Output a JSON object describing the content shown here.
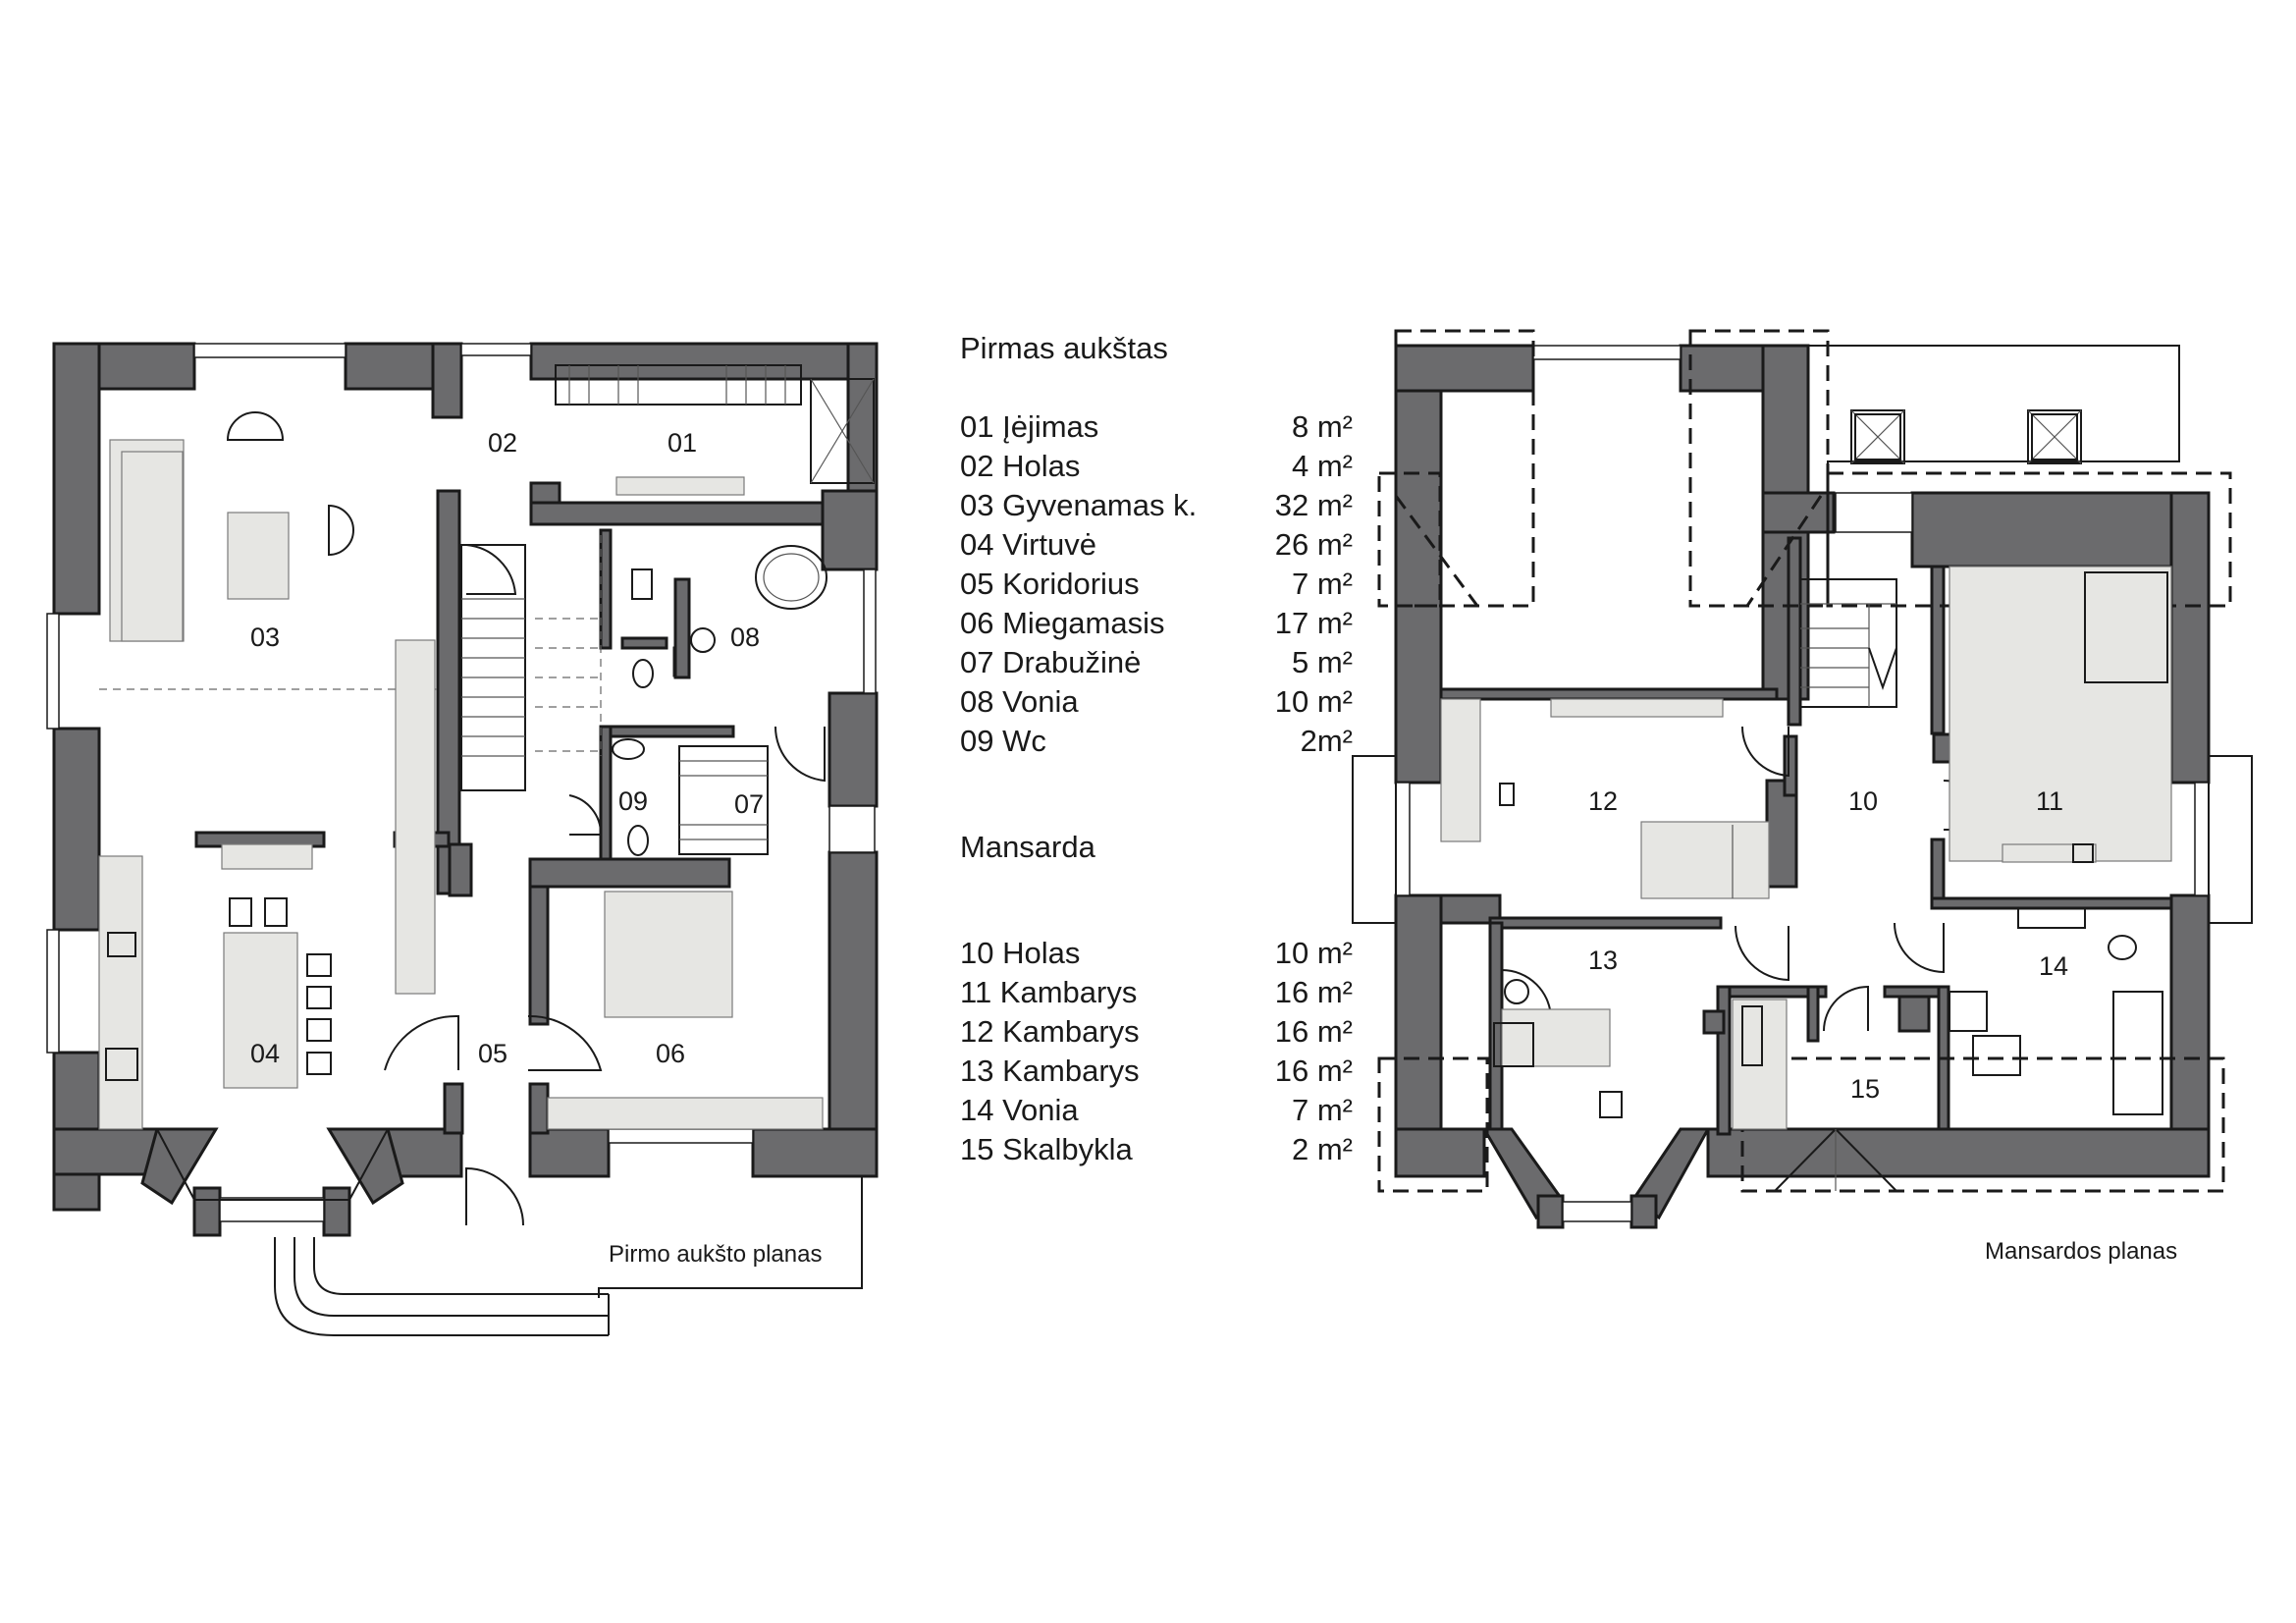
{
  "legend": {
    "floor1": {
      "heading": "Pirmas aukštas",
      "rooms": [
        {
          "label": "01 Įėjimas",
          "area": "8 m²"
        },
        {
          "label": "02 Holas",
          "area": "4 m²"
        },
        {
          "label": "03 Gyvenamas k.",
          "area": "32 m²"
        },
        {
          "label": "04 Virtuvė",
          "area": "26 m²"
        },
        {
          "label": "05 Koridorius",
          "area": "7 m²"
        },
        {
          "label": "06 Miegamasis",
          "area": "17 m²"
        },
        {
          "label": "07 Drabužinė",
          "area": "5 m²"
        },
        {
          "label": "08 Vonia",
          "area": "10 m²"
        },
        {
          "label": "09 Wc",
          "area": "2m²"
        }
      ]
    },
    "attic": {
      "heading": "Mansarda",
      "rooms": [
        {
          "label": "10 Holas",
          "area": "10 m²"
        },
        {
          "label": "11 Kambarys",
          "area": "16 m²"
        },
        {
          "label": "12 Kambarys",
          "area": "16 m²"
        },
        {
          "label": "13 Kambarys",
          "area": "16 m²"
        },
        {
          "label": "14 Vonia",
          "area": "7 m²"
        },
        {
          "label": "15 Skalbykla",
          "area": "2 m²"
        }
      ]
    }
  },
  "plans": {
    "floor1": {
      "caption": "Pirmo aukšto planas",
      "room_numbers": [
        "01",
        "02",
        "03",
        "04",
        "05",
        "06",
        "07",
        "08",
        "09"
      ]
    },
    "attic": {
      "caption": "Mansardos planas",
      "room_numbers": [
        "10",
        "11",
        "12",
        "13",
        "14",
        "15"
      ]
    }
  },
  "colors": {
    "wall": "#6b6b6d",
    "line": "#1a1a1a",
    "furniture": "#e6e6e3"
  }
}
